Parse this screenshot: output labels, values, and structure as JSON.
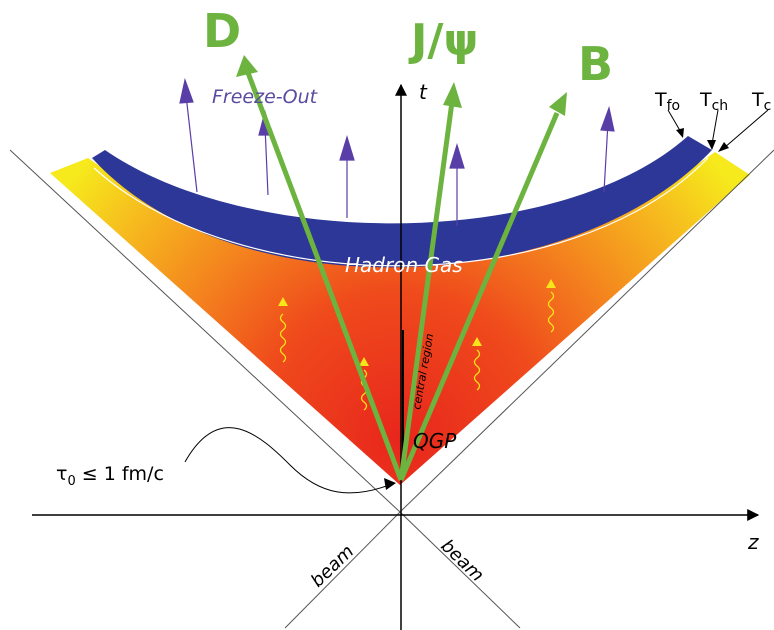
{
  "particles": {
    "d": "D",
    "jpsi": "J/ψ",
    "b": "B"
  },
  "regions": {
    "freeze_out": "Freeze-Out",
    "hadron_gas": "Hadron Gas",
    "qgp": "QGP",
    "central_region": "central region"
  },
  "axes": {
    "t": "t",
    "z": "z"
  },
  "temperatures": {
    "tfo": {
      "base": "T",
      "sub": "fo"
    },
    "tch": {
      "base": "T",
      "sub": "ch"
    },
    "tc": {
      "base": "T",
      "sub": "c"
    }
  },
  "tau": {
    "symbol": "τ",
    "sub": "0",
    "rest": " ≤ 1 fm/c"
  },
  "beams": {
    "left": "beam",
    "right": "beam"
  },
  "colors": {
    "arrow_green": "#6cb33f",
    "hadron_gas_blue": "#2c3797",
    "flow_arrow_purple": "#5a3ea8",
    "freeze_out_text": "#5a4aa0",
    "qgp_red": "#e8281c",
    "qgp_yellow": "#f6e51a"
  }
}
